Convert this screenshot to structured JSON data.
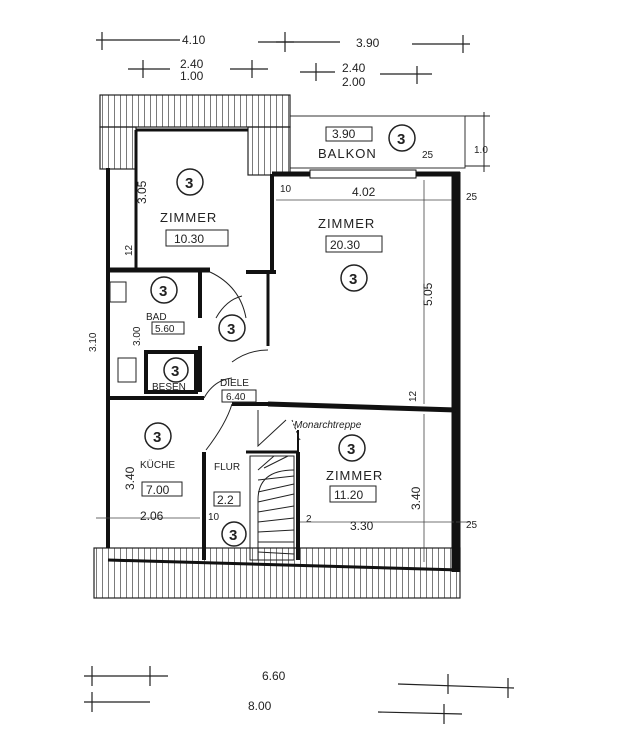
{
  "dimensions": {
    "top_left": "4.10",
    "top_right": "3.90",
    "top2_left_a": "2.40",
    "top2_left_b": "1.00",
    "top2_right_a": "2.40",
    "top2_right_b": "2.00",
    "bottom_a": "6.60",
    "bottom_b": "8.00",
    "balkon_side": "1.0",
    "right_25_top": "25",
    "right_25_bottom": "25",
    "zimmer_left_height": "3.05",
    "zimmer_big_width": "4.02",
    "zimmer_big_height": "5.05",
    "wall_10": "10",
    "wall_12_left": "12",
    "wall_12_mid": "12",
    "balkon_25": "25",
    "bad_height": "3.00",
    "left_edge": "3.10",
    "kueche_height": "3.40",
    "kueche_width": "2.06",
    "zimmer_low_height": "3.40",
    "zimmer_low_width": "3.30",
    "flur_10": "10",
    "flur_2": "2"
  },
  "rooms": {
    "balkon": {
      "name": "BALKON",
      "area": "3.90",
      "unit": "3"
    },
    "zimmer_left": {
      "name": "ZIMMER",
      "area": "10.30",
      "unit": "3"
    },
    "zimmer_big": {
      "name": "ZIMMER",
      "area": "20.30",
      "unit": "3"
    },
    "bad": {
      "name": "BAD",
      "area": "5.60",
      "unit": "3"
    },
    "diele": {
      "name": "DIELE",
      "area": "6.40",
      "unit": "3"
    },
    "besen": {
      "name": "BESEN",
      "unit": "3"
    },
    "kueche": {
      "name": "KÜCHE",
      "area": "7.00",
      "unit": "3"
    },
    "flur": {
      "name": "FLUR",
      "area": "2.2",
      "unit": "3"
    },
    "zimmer_low": {
      "name": "ZIMMER",
      "area": "11.20",
      "unit": "3"
    }
  },
  "stair_label": "Monarchtreppe"
}
